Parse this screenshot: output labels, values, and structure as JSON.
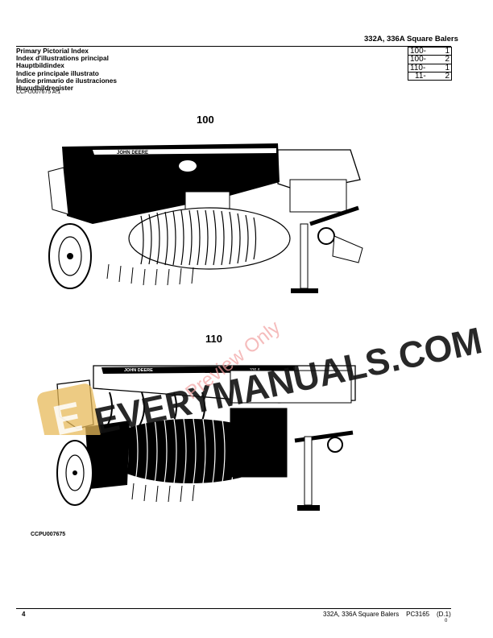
{
  "header": {
    "title": "332A, 336A  Square Balers"
  },
  "index_titles": [
    "Primary Pictorial Index",
    "Index d'illustrations principal",
    "Hauptbildindex",
    "Indice principale illustrato",
    "Índice primario de ilustraciones",
    "Huvudbildregister"
  ],
  "refs": [
    {
      "group": "100-",
      "page": "1"
    },
    {
      "group": "100-",
      "page": "2"
    },
    {
      "group": "110-",
      "page": "1"
    },
    {
      "group": "11-",
      "page": "2"
    }
  ],
  "code_top": "CCPU007675 A.1",
  "figures": [
    {
      "label": "100",
      "brand": "JOHN DEERE"
    },
    {
      "label": "110",
      "brand": "JOHN DEERE",
      "model": "336 A"
    }
  ],
  "code_bottom": "CCPU007675",
  "footer": {
    "page": "4",
    "text": "332A, 336A Square Balers    PC3165    (D.1)",
    "small": "0"
  },
  "watermark": {
    "logo_letter": "E",
    "text": "EVERYMANUALS.COM",
    "preview": "Preview Only"
  }
}
